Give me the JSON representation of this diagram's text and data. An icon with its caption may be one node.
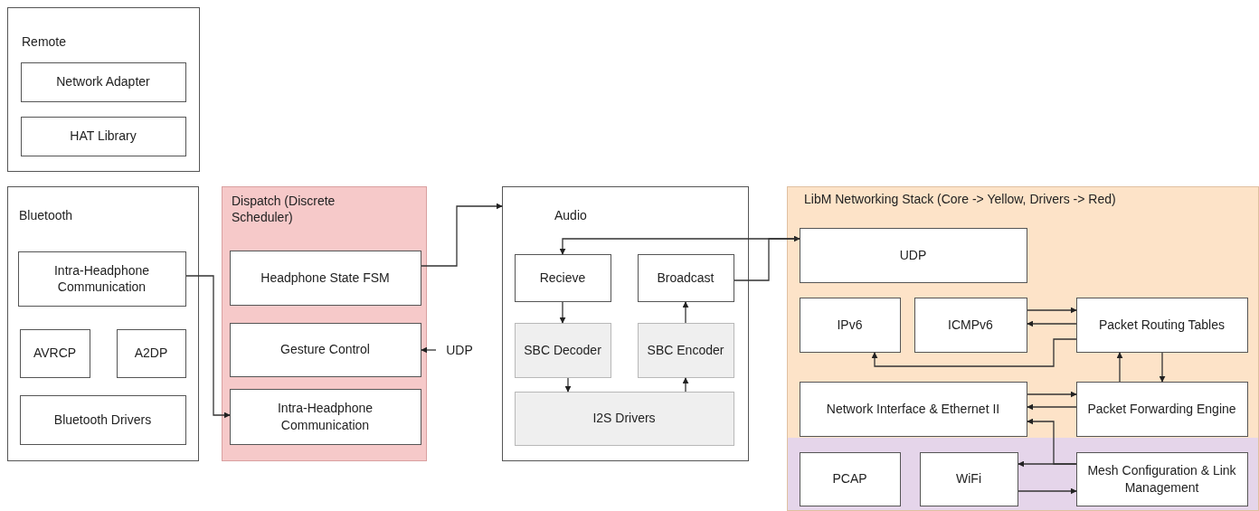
{
  "diagram": {
    "nodes": [
      {
        "text": [
          "Remote"
        ]
      },
      {
        "text": [
          "Network Adapter"
        ],
        "in": 0
      },
      {
        "text": [
          "HAT Library"
        ],
        "in": 0
      },
      {
        "text": [
          "Bluetooth"
        ]
      },
      {
        "text": [
          "Intra-Headphone Communication"
        ],
        "in": 3
      },
      {
        "text": [
          "AVRCP"
        ],
        "in": 3
      },
      {
        "text": [
          "A2DP"
        ],
        "in": 3
      },
      {
        "text": [
          "Bluetooth Drivers"
        ],
        "in": 3
      },
      {
        "text": [
          "Dispatch (Discrete Scheduler)"
        ]
      },
      {
        "text": [
          "Headphone State FSM"
        ],
        "in": 8
      },
      {
        "text": [
          "Gesture Control"
        ],
        "in": 8
      },
      {
        "text": [
          "Intra-Headphone Communication"
        ],
        "in": 8
      },
      {
        "text": [
          "UDP"
        ]
      },
      {
        "text": [
          "Audio"
        ]
      },
      {
        "text": [
          "Recieve"
        ],
        "in": 13
      },
      {
        "text": [
          "Broadcast"
        ],
        "in": 13
      },
      {
        "text": [
          "SBC Decoder"
        ],
        "in": 13
      },
      {
        "text": [
          "SBC Encoder"
        ],
        "in": 13
      },
      {
        "text": [
          "I2S Drivers"
        ],
        "in": 13
      },
      {
        "text": [
          "LibM Networking Stack (Core -> Yellow, Drivers -> Red)"
        ]
      },
      {
        "text": [
          "UDP"
        ],
        "in": 19
      },
      {
        "text": [
          "IPv6"
        ],
        "in": 19
      },
      {
        "text": [
          "ICMPv6"
        ],
        "in": 19
      },
      {
        "text": [
          "Packet Routing Tables"
        ],
        "in": 19
      },
      {
        "text": [
          "Network Interface & Ethernet II"
        ],
        "in": 19
      },
      {
        "text": [
          "Packet Forwarding Engine"
        ],
        "in": 19
      },
      {
        "text": [
          "PCAP"
        ],
        "in": 19
      },
      {
        "text": [
          "WiFi"
        ],
        "in": 19
      },
      {
        "text": [
          "Mesh Configuration & Link Management"
        ],
        "in": 19
      }
    ],
    "edges": [
      {
        "from": 4,
        "to": 11,
        "arrow": "to"
      },
      {
        "from": 9,
        "to": 13,
        "arrow": "to"
      },
      {
        "from": 12,
        "to": 10,
        "arrow": "to"
      },
      {
        "from": 15,
        "to": 20,
        "arrow": "to"
      },
      {
        "from": 20,
        "to": 14,
        "arrow": "to"
      },
      {
        "from": 14,
        "to": 16,
        "arrow": "to"
      },
      {
        "from": 16,
        "to": 18,
        "arrow": "to"
      },
      {
        "from": 18,
        "to": 17,
        "arrow": "to"
      },
      {
        "from": 17,
        "to": 15,
        "arrow": "to"
      },
      {
        "from": 22,
        "to": 23,
        "arrow": "to"
      },
      {
        "from": 23,
        "to": 22,
        "arrow": "to"
      },
      {
        "from": 23,
        "to": 21,
        "arrow": "to"
      },
      {
        "from": 25,
        "to": 23,
        "arrow": "to"
      },
      {
        "from": 23,
        "to": 25,
        "arrow": "to"
      },
      {
        "from": 24,
        "to": 25,
        "arrow": "to"
      },
      {
        "from": 25,
        "to": 24,
        "arrow": "to"
      },
      {
        "from": 28,
        "to": 24,
        "arrow": "to"
      },
      {
        "from": 28,
        "to": 27,
        "arrow": "to"
      },
      {
        "from": 27,
        "to": 28,
        "arrow": "to"
      }
    ]
  }
}
